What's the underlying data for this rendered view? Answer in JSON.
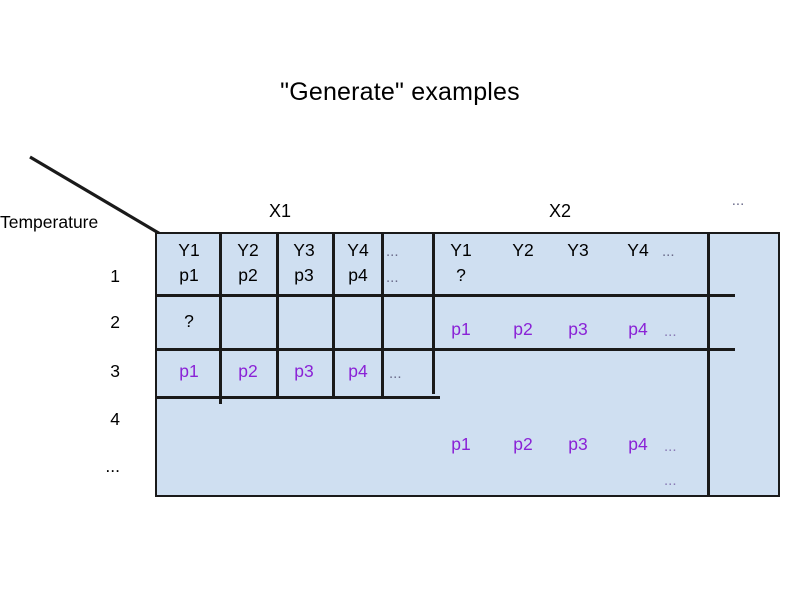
{
  "title": "\"Generate\" examples",
  "axis": {
    "corner_label": "Temperature",
    "row_labels": [
      "1",
      "2",
      "3",
      "4",
      "..."
    ]
  },
  "column_groups": [
    {
      "label": "X1"
    },
    {
      "label": "X2"
    },
    {
      "label": "..."
    }
  ],
  "colors": {
    "cell_fill": "#cfdff1",
    "border": "#1a1a1a",
    "text": "#000000",
    "highlight_purple": "#8a22d6",
    "muted_dots": "#6b6b8a"
  },
  "x1_block": {
    "header_row": {
      "y_labels": [
        "Y1",
        "Y2",
        "Y3",
        "Y4",
        "..."
      ],
      "p_labels": [
        "p1",
        "p2",
        "p3",
        "p4",
        "..."
      ]
    },
    "row2": {
      "query": "?"
    },
    "row3": {
      "p_labels": [
        "p1",
        "p2",
        "p3",
        "p4"
      ],
      "ellipsis": "..."
    }
  },
  "x2_block": {
    "header_row": {
      "y_labels": [
        "Y1",
        "Y2",
        "Y3",
        "Y4"
      ],
      "ellipsis": "...",
      "query": "?"
    },
    "row2": {
      "p_labels": [
        "p1",
        "p2",
        "p3",
        "p4"
      ],
      "ellipsis": "..."
    },
    "row4": {
      "p_labels": [
        "p1",
        "p2",
        "p3",
        "p4"
      ],
      "ellipsis": "...",
      "ellipsis2": "..."
    }
  }
}
